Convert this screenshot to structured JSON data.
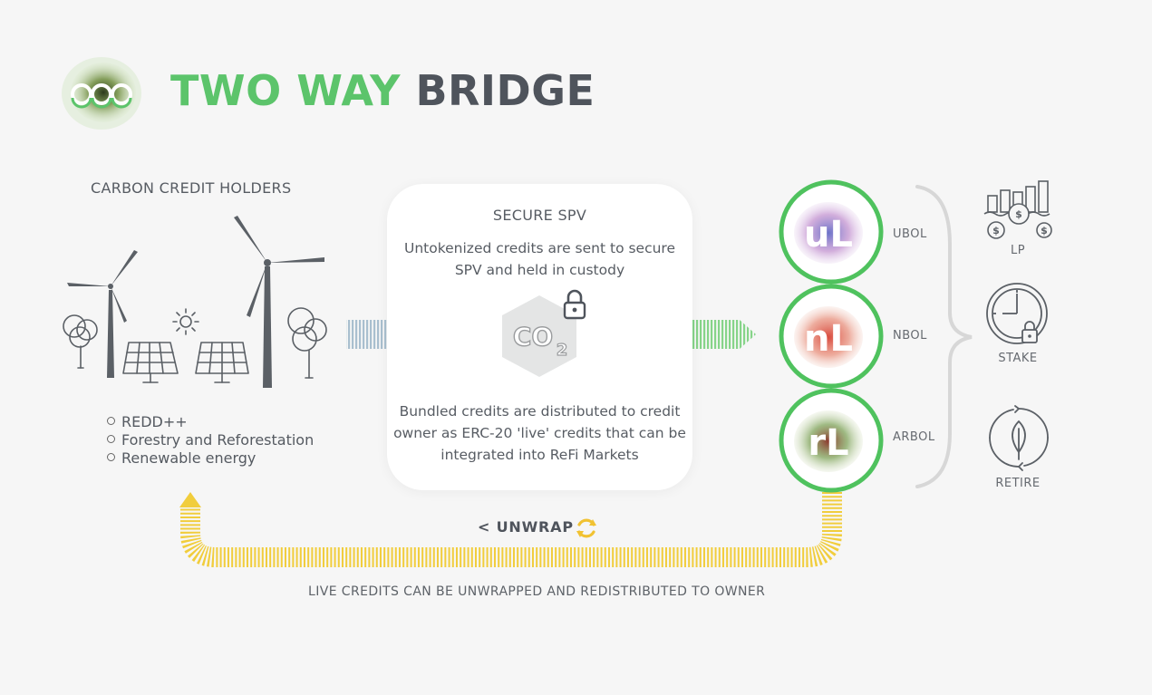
{
  "header": {
    "title_green": "TWO WAY",
    "title_dark": "BRIDGE"
  },
  "holders": {
    "label": "CARBON CREDIT HOLDERS",
    "items": [
      "REDD++",
      "Forestry and Reforestation",
      "Renewable energy"
    ]
  },
  "spv": {
    "title": "SECURE SPV",
    "description_top": "Untokenized credits are sent to secure SPV and held in custody",
    "description_bottom": "Bundled credits are distributed to credit owner as ERC-20 'live' credits that can be integrated into ReFi Markets",
    "badge_text": "CO",
    "badge_sub": "2"
  },
  "tokens": [
    {
      "mark": "uL",
      "label": "UBOL"
    },
    {
      "mark": "nL",
      "label": "NBOL"
    },
    {
      "mark": "rL",
      "label": "ARBOL"
    }
  ],
  "uses": [
    {
      "label": "LP",
      "icon": "liquidity-pool-icon"
    },
    {
      "label": "STAKE",
      "icon": "stake-clock-lock-icon"
    },
    {
      "label": "RETIRE",
      "icon": "retire-leaf-icon"
    }
  ],
  "unwrap": {
    "label": "UNWRAP",
    "chevron": "<"
  },
  "footer": {
    "caption": "LIVE CREDITS CAN BE UNWRAPPED AND REDISTRIBUTED TO OWNER"
  },
  "colors": {
    "green": "#5cc46b",
    "dark": "#4f545c",
    "blue_arrow": "#a9bfcf",
    "yellow": "#f1cd3c",
    "gray_line": "#d4d4d4"
  }
}
